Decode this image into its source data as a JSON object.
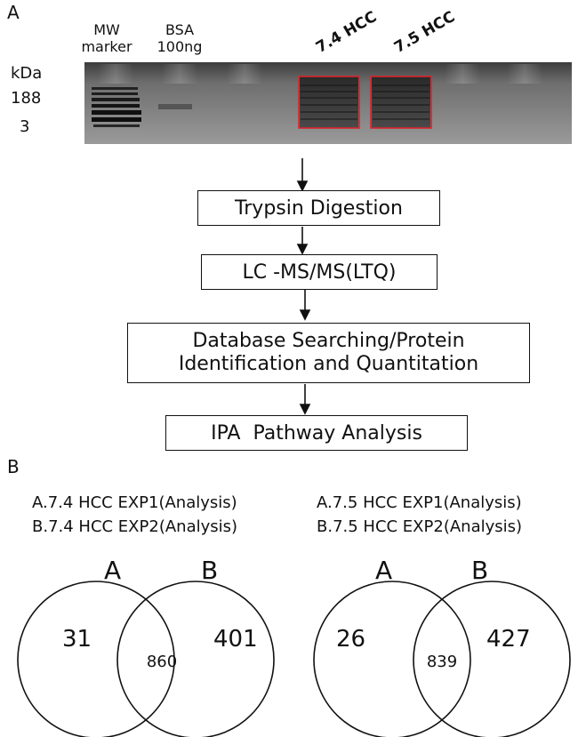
{
  "panel_a": {
    "label": "A",
    "lanes": {
      "mw_marker": "MW\nmarker",
      "bsa": "BSA\n100ng",
      "hcc_74": "7.4 HCC",
      "hcc_75": "7.5 HCC"
    },
    "kda_unit": "kDa",
    "kda_top": "188",
    "kda_bottom": "3",
    "highlight_color": "#d9242a"
  },
  "workflow": {
    "steps": [
      "Trypsin Digestion",
      "LC -MS/MS(LTQ)",
      "Database Searching/Protein\nIdentification and Quantitation",
      "IPA  Pathway Analysis"
    ]
  },
  "panel_b": {
    "label": "B",
    "venns": [
      {
        "legend_a": "A.7.4 HCC EXP1(Analysis)",
        "legend_b": "B.7.4 HCC EXP2(Analysis)",
        "set_a": "A",
        "set_b": "B",
        "only_a": "31",
        "overlap": "860",
        "only_b": "401"
      },
      {
        "legend_a": "A.7.5 HCC EXP1(Analysis)",
        "legend_b": "B.7.5 HCC EXP2(Analysis)",
        "set_a": "A",
        "set_b": "B",
        "only_a": "26",
        "overlap": "839",
        "only_b": "427"
      }
    ]
  }
}
